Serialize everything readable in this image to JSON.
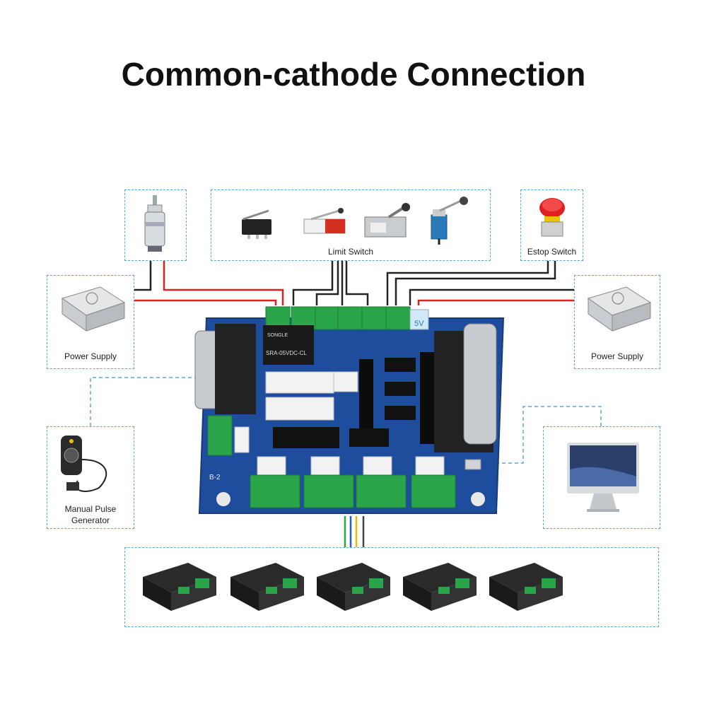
{
  "title": "Common-cathode Connection",
  "labels": {
    "spindle": "",
    "limit_switch": "Limit Switch",
    "estop_switch": "Estop Switch",
    "power_supply_left": "Power Supply",
    "power_supply_right": "Power Supply",
    "mpg_line1": "Manual Pulse",
    "mpg_line2": "Generator",
    "monitor": "",
    "drivers": ""
  },
  "board": {
    "relay_text_1": "SRA-05VDC-CL",
    "relay_text_2": "SONGLE",
    "voltage_badge": "5V",
    "board_id": "B-2"
  },
  "colors": {
    "frame": "#5aa9d6",
    "board": "#1d4d9c",
    "terminal": "#2aa54a",
    "wire_red": "#e02020",
    "wire_black": "#222222"
  }
}
